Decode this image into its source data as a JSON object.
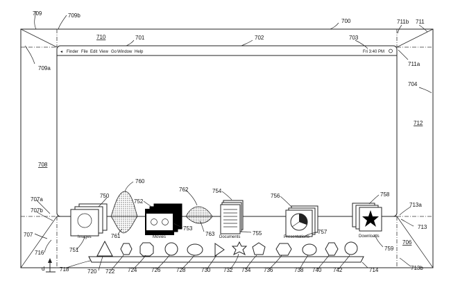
{
  "menu_bar": {
    "apple": "◂",
    "items": [
      "Finder",
      "File",
      "Edit",
      "View",
      "Go",
      "Window",
      "Help"
    ],
    "clock": "Fri 3:40 PM"
  },
  "icon_captions": {
    "images": "Images",
    "movies": "Movies",
    "documents": "Documents",
    "presentations": "Presentations",
    "downloads": "Downloads"
  },
  "reference_numerals": {
    "r700": "700",
    "r701": "701",
    "r702": "702",
    "r703": "703",
    "r704": "704",
    "r706": "706",
    "r707": "707",
    "r707a": "707a",
    "r707b": "707b",
    "r708": "708",
    "r709": "709",
    "r709a": "709a",
    "r709b": "709b",
    "r710": "710",
    "r711": "711",
    "r711a": "711a",
    "r711b": "711b",
    "r712": "712",
    "r713": "713",
    "r713a": "713a",
    "r713b": "713b",
    "r714": "714",
    "r716": "716",
    "r718": "718",
    "r720": "720",
    "r722": "722",
    "r724": "724",
    "r726": "726",
    "r728": "728",
    "r730": "730",
    "r732": "732",
    "r734": "734",
    "r736": "736",
    "r738": "738",
    "r740": "740",
    "r742": "742",
    "r750": "750",
    "r751": "751",
    "r752": "752",
    "r753": "753",
    "r754": "754",
    "r755": "755",
    "r756": "756",
    "r757": "757",
    "r758": "758",
    "r759": "759",
    "r760": "760",
    "r761": "761",
    "r762": "762",
    "r763": "763",
    "d": "d"
  },
  "underlined_numerals": [
    "r706",
    "r708",
    "r710",
    "r712"
  ]
}
